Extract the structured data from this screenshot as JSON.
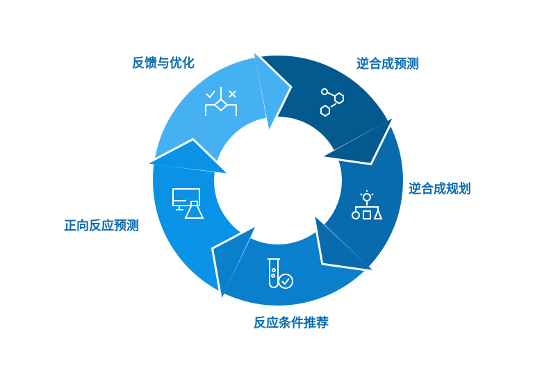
{
  "stages": [
    {
      "label": "逆合成预测",
      "icon": "molecule-icon",
      "color": "#035a8f"
    },
    {
      "label": "逆合成规划",
      "icon": "idea-hierarchy-icon",
      "color": "#086bae"
    },
    {
      "label": "反应条件推荐",
      "icon": "test-tube-check-icon",
      "color": "#0a80cc"
    },
    {
      "label": "正向反应预测",
      "icon": "computer-flask-icon",
      "color": "#0a93e6"
    },
    {
      "label": "反馈与优化",
      "icon": "decision-check-cross-icon",
      "color": "#46b1f2"
    }
  ]
}
